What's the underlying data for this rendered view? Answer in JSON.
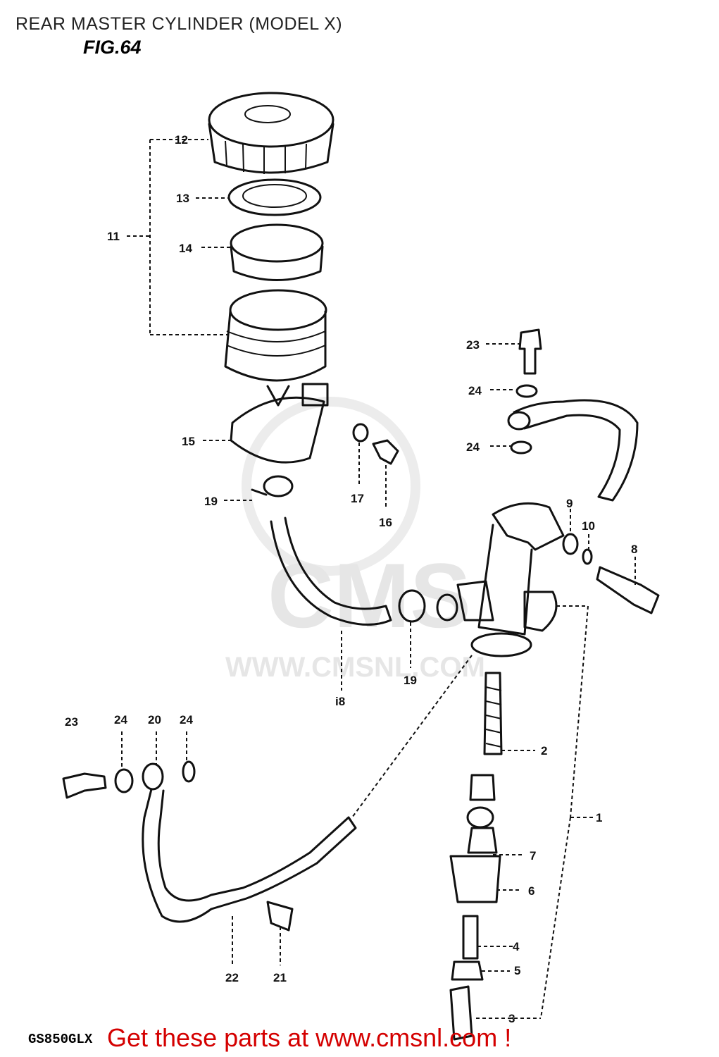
{
  "header": {
    "title": "REAR MASTER CYLINDER (MODEL X)",
    "figure": "FIG.64"
  },
  "footer": {
    "model_code": "GS850GLX",
    "cta": "Get these parts at www.cmsnl.com !",
    "cta_color": "#d40000"
  },
  "watermark": {
    "brand": "CMS",
    "url": "WWW.CMSNL.COM"
  },
  "callouts": {
    "p1": "1",
    "p2": "2",
    "p3": "3",
    "p4": "4",
    "p5": "5",
    "p6": "6",
    "p7": "7",
    "p8": "8",
    "p9": "9",
    "p10": "10",
    "p11": "11",
    "p12": "12",
    "p13": "13",
    "p14": "14",
    "p15": "15",
    "p16": "16",
    "p17": "17",
    "p18": "i8",
    "p19a": "19",
    "p19b": "19",
    "p20": "20",
    "p21": "21",
    "p22": "22",
    "p23a": "23",
    "p23b": "23",
    "p24a": "24",
    "p24b": "24",
    "p24c": "24",
    "p24d": "24"
  }
}
